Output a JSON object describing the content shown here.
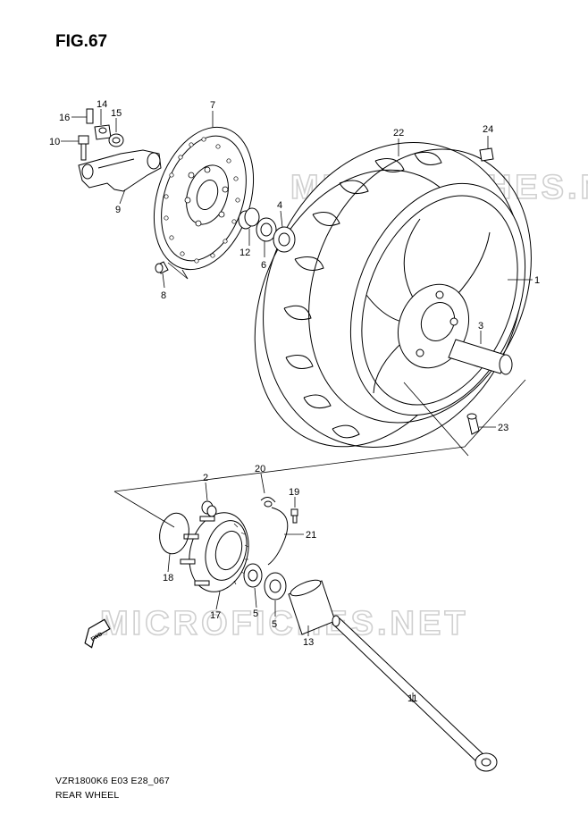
{
  "figure_title": "FIG.67",
  "footer": {
    "model_code": "VZR1800K6 E03 E28_067",
    "section_name": "REAR WHEEL"
  },
  "watermark": "MICROFICHES.NET",
  "direction_arrow": "FWD",
  "callouts": {
    "c1": "1",
    "c2": "2",
    "c3": "3",
    "c4": "4",
    "c5a": "5",
    "c5b": "5",
    "c6": "6",
    "c7": "7",
    "c8": "8",
    "c9": "9",
    "c10": "10",
    "c11": "11",
    "c12": "12",
    "c13": "13",
    "c14": "14",
    "c15": "15",
    "c16": "16",
    "c17": "17",
    "c18": "18",
    "c19": "19",
    "c20": "20",
    "c21": "21",
    "c22": "22",
    "c23": "23",
    "c24": "24"
  },
  "colors": {
    "line": "#000000",
    "watermark": "#d0d0d0",
    "background": "#ffffff"
  }
}
